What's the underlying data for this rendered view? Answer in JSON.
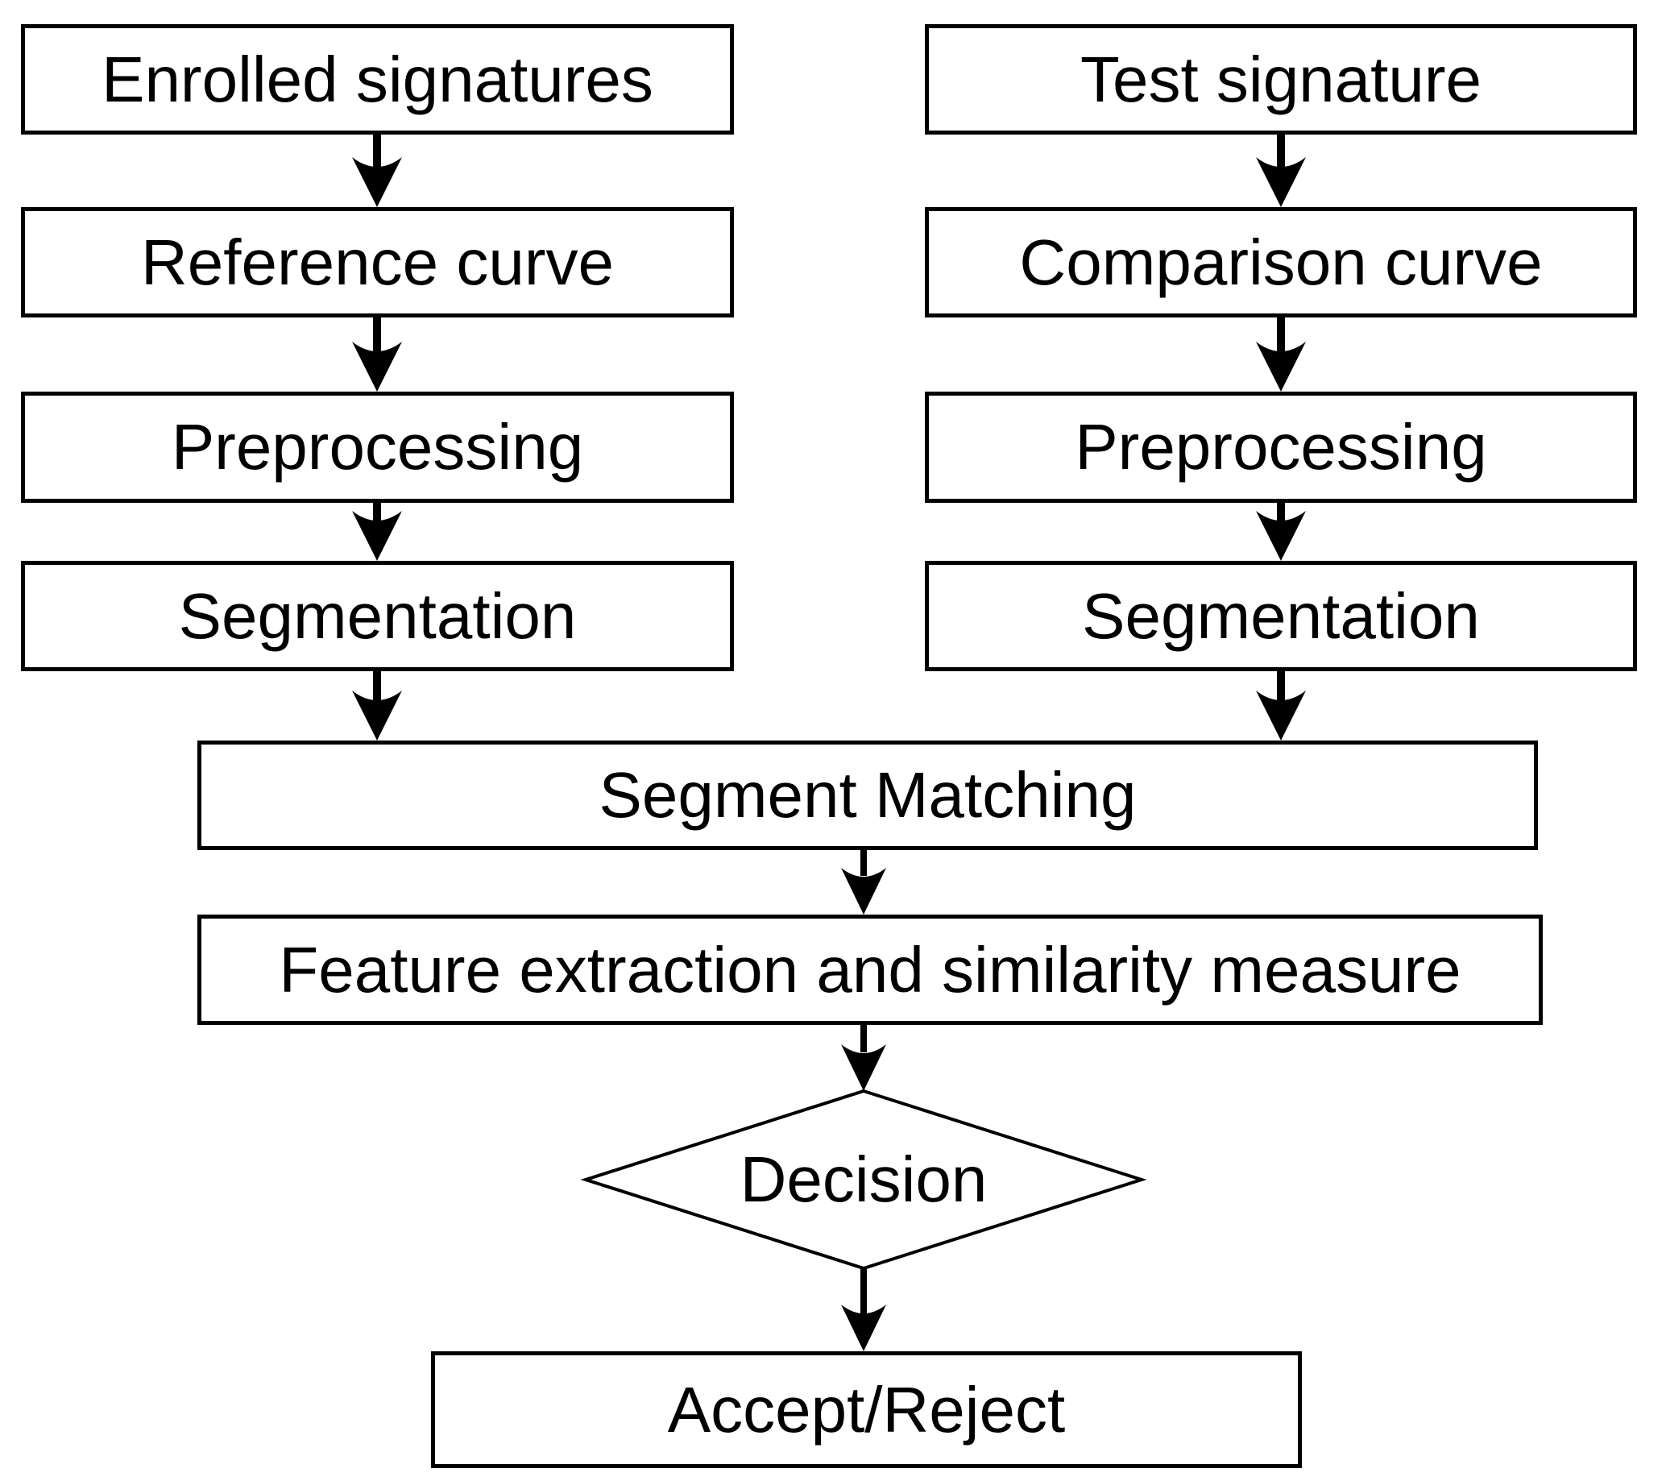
{
  "diagram": {
    "type": "flowchart",
    "left_column": {
      "nodes": [
        {
          "label": "Enrolled signatures"
        },
        {
          "label": "Reference curve"
        },
        {
          "label": "Preprocessing"
        },
        {
          "label": "Segmentation"
        }
      ]
    },
    "right_column": {
      "nodes": [
        {
          "label": "Test signature"
        },
        {
          "label": "Comparison curve"
        },
        {
          "label": "Preprocessing"
        },
        {
          "label": "Segmentation"
        }
      ]
    },
    "merged_flow": {
      "segment_matching_label": "Segment Matching",
      "feature_extraction_label": "Feature extraction and similarity measure",
      "decision_label": "Decision",
      "result_label": "Accept/Reject"
    },
    "colors": {
      "node_fill": "#ffffff",
      "node_stroke": "#000000",
      "text": "#000000",
      "background": "#ffffff"
    }
  }
}
